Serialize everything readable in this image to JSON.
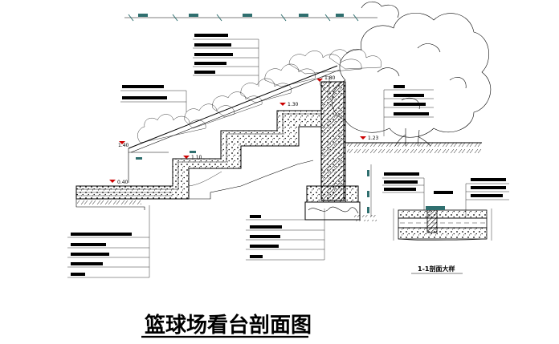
{
  "title": "篮球场看台剖面图",
  "detail_label": "1-1剖面大样",
  "elevations": [
    "1.80",
    "1.40",
    "1.10",
    "1.30",
    "1.23",
    "0.40"
  ],
  "colors": {
    "ink": "#000000",
    "elevation_marker": "#cc0000",
    "dimension": "#2f6f6f"
  }
}
